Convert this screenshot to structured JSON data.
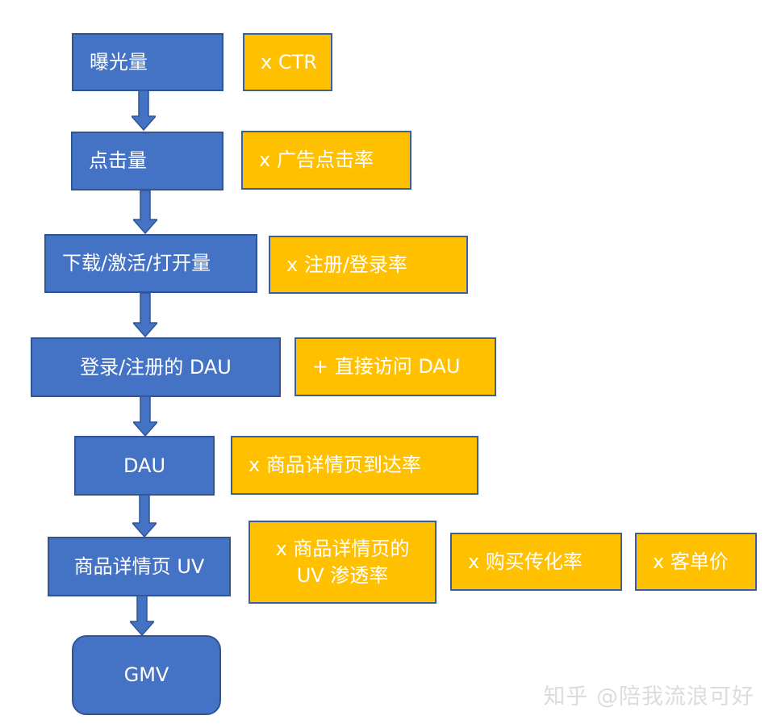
{
  "flow": {
    "impressions": "曝光量",
    "clicks": "点击量",
    "downloads": "下载/激活/打开量",
    "reg_dau": "登录/注册的 DAU",
    "dau": "DAU",
    "detail_uv": "商品详情页 UV",
    "gmv": "GMV"
  },
  "factors": {
    "ctr": "x CTR",
    "ad_ctr": "x  广告点击率",
    "reg_rate": "x  注册/登录率",
    "direct_dau": "+  直接访问 DAU",
    "detail_reach": "x  商品详情页到达率",
    "detail_pen_line1": "x  商品详情页的",
    "detail_pen_line2": "UV 渗透率",
    "purchase_conv": "x  购买传化率",
    "unit_price": "x  客单价"
  },
  "watermark": "知乎 @陪我流浪可好",
  "colors": {
    "blue_fill": "#4472C4",
    "blue_border": "#2F5597",
    "gold_fill": "#FFC000",
    "gold_border": "#3A5F9E",
    "text": "#FFFFFF"
  }
}
